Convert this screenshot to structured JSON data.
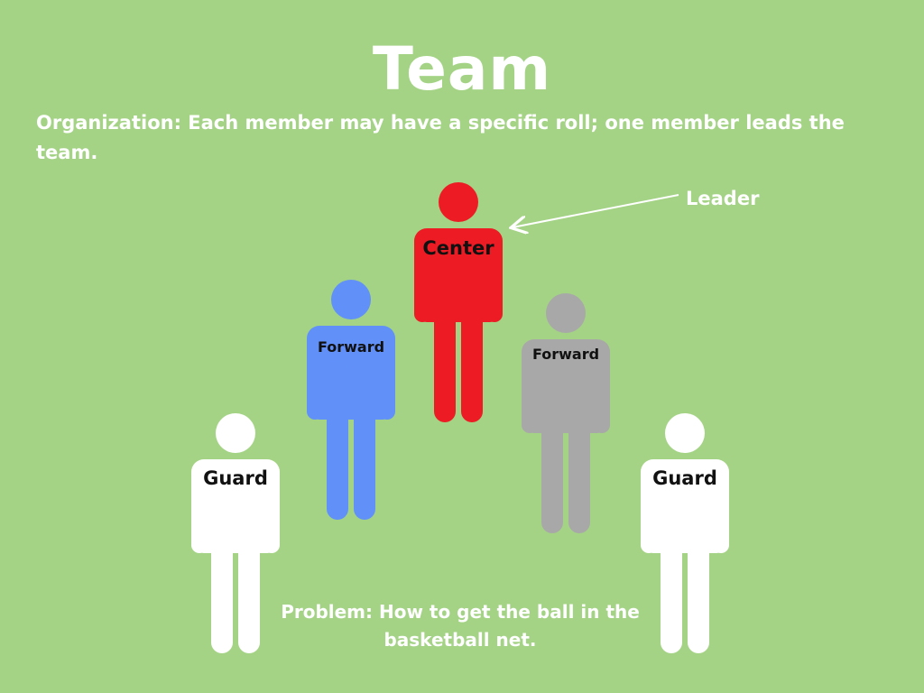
{
  "title": "Team",
  "subtitle": "Organization: Each member may have a specific roll; one member leads the team.",
  "leader_label": "Leader",
  "problem": "Problem: How to get the ball in the basketball net.",
  "colors": {
    "background": "#a4d386",
    "center": "#ed1c24",
    "forward_left": "#6190f9",
    "forward_right": "#a8a8a8",
    "guard": "#ffffff"
  },
  "players": [
    {
      "id": "guard-left",
      "label": "Guard",
      "color": "#ffffff"
    },
    {
      "id": "forward-left",
      "label": "Forward",
      "color": "#6190f9"
    },
    {
      "id": "center",
      "label": "Center",
      "color": "#ed1c24"
    },
    {
      "id": "forward-right",
      "label": "Forward",
      "color": "#a8a8a8"
    },
    {
      "id": "guard-right",
      "label": "Guard",
      "color": "#ffffff"
    }
  ]
}
